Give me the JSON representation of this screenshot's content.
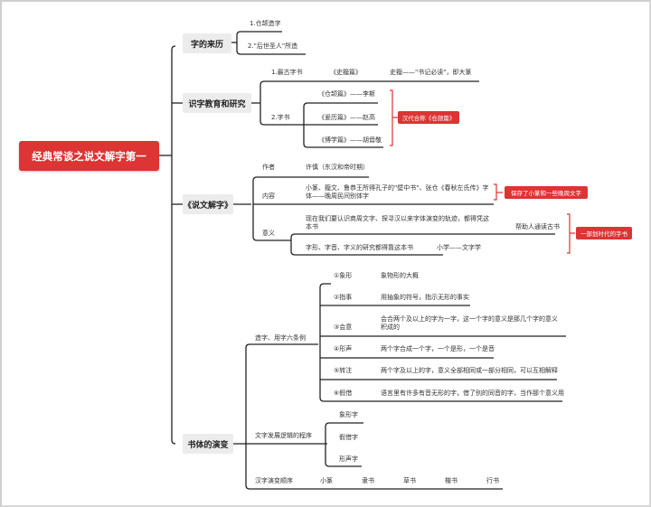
{
  "root": {
    "label": "经典常谈之说文解字第一"
  },
  "branches": {
    "origin": {
      "label": "字的来历",
      "items": [
        "1.仓颉造字",
        "2.\"后世圣人\"所造"
      ]
    },
    "education": {
      "label": "识字教育和研究",
      "earliest": {
        "label": "1.最古字书",
        "book": "《史籀篇》",
        "desc": "史籀——\"书记必读\"，即大篆"
      },
      "books": {
        "label": "2.字书",
        "items": [
          "《仓颉篇》——李斯",
          "《爰历篇》——赵高",
          "《博学篇》——胡毋敬"
        ],
        "note": "汉代合称《仓颉篇》"
      }
    },
    "shuowen": {
      "label": "《说文解字》",
      "author": {
        "label": "作者",
        "value": "许慎（东汉和帝时期）"
      },
      "content": {
        "label": "内容",
        "value": "小篆、籀文、鲁恭王所得孔子的\"壁中书\"、张仓《春秋左氏传》字体——晚周民间别体字",
        "note": "保存了小篆和一些晚周文字"
      },
      "meaning": {
        "label": "意义",
        "items": [
          {
            "text": "现在我们要认识商周文字、探寻汉以来字体演变的轨迹，都得凭这本书",
            "extra": "帮助人通读古书"
          },
          {
            "text": "字形、字音、字义的研究都得靠这本书",
            "extra": "小学——文字学"
          }
        ],
        "note": "一部划时代的字书"
      }
    },
    "evolution": {
      "label": "书体的演变",
      "six": {
        "label": "造字、用字六条例",
        "items": [
          {
            "name": "①象形",
            "desc": "象物形的大概"
          },
          {
            "name": "②指事",
            "desc": "用抽象的符号，指示无形的事实"
          },
          {
            "name": "③会意",
            "desc": "会合两个及以上的字为一字，这一个字的意义是那几个字的意义积成的"
          },
          {
            "name": "④形声",
            "desc": "两个字合成一个字，一个是形，一个是音"
          },
          {
            "name": "⑤转注",
            "desc": "两个字及以上的字，意义全部相同或一部分相同，可以互相解释"
          },
          {
            "name": "⑥假借",
            "desc": "语言里有许多有音无形的字，借了别的同音的字，当作那个意义用"
          }
        ]
      },
      "logic": {
        "label": "文字发展逻辑的程序",
        "items": [
          "象形字",
          "假借字",
          "形声字"
        ]
      },
      "sequence": {
        "label": "汉字演变顺序",
        "items": [
          "小篆",
          "隶书",
          "草书",
          "楷书",
          "行书"
        ]
      }
    }
  },
  "colors": {
    "accent": "#dd3434",
    "topic_bg": "#ececec",
    "line": "#222222"
  }
}
